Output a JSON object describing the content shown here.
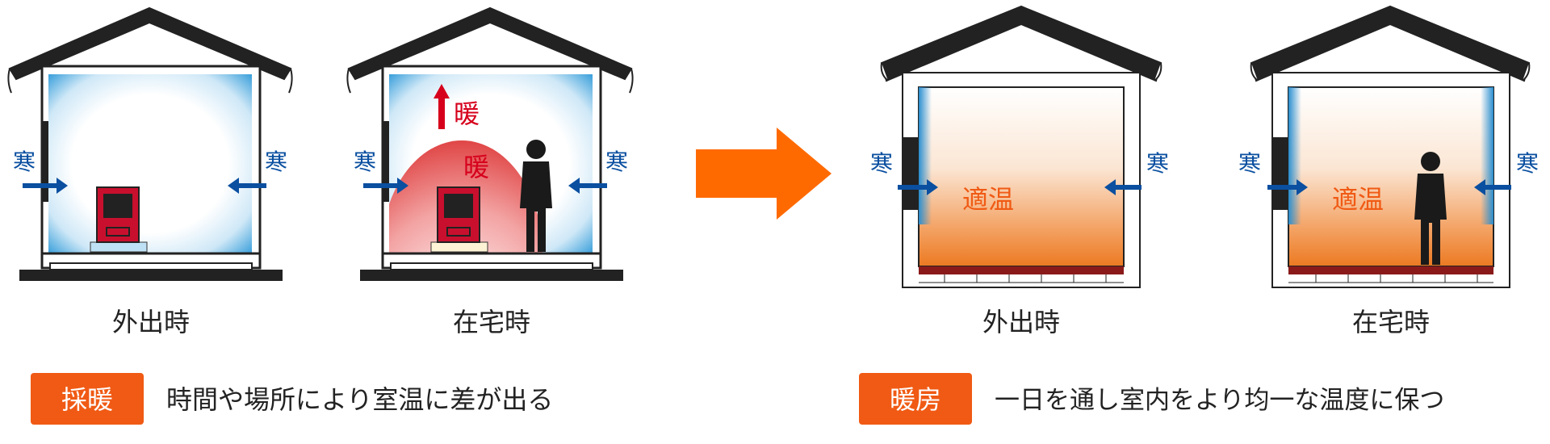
{
  "colors": {
    "roof": "#222222",
    "arrow_blue": "#0a4fa0",
    "text_blue": "#0a4fa0",
    "heat_red": "#d6001c",
    "orange": "#f05a14",
    "big_arrow": "#ff6a00",
    "floor_red": "#8a1a1a"
  },
  "labels": {
    "cold": "寒",
    "warm": "暖",
    "comfortable": "適温"
  },
  "left_group": {
    "house1_caption": "外出時",
    "house2_caption": "在宅時",
    "tag": "採暖",
    "description": "時間や場所により室温に差が出る"
  },
  "right_group": {
    "house1_caption": "外出時",
    "house2_caption": "在宅時",
    "tag": "暖房",
    "description": "一日を通し室内をより均一な温度に保つ"
  }
}
